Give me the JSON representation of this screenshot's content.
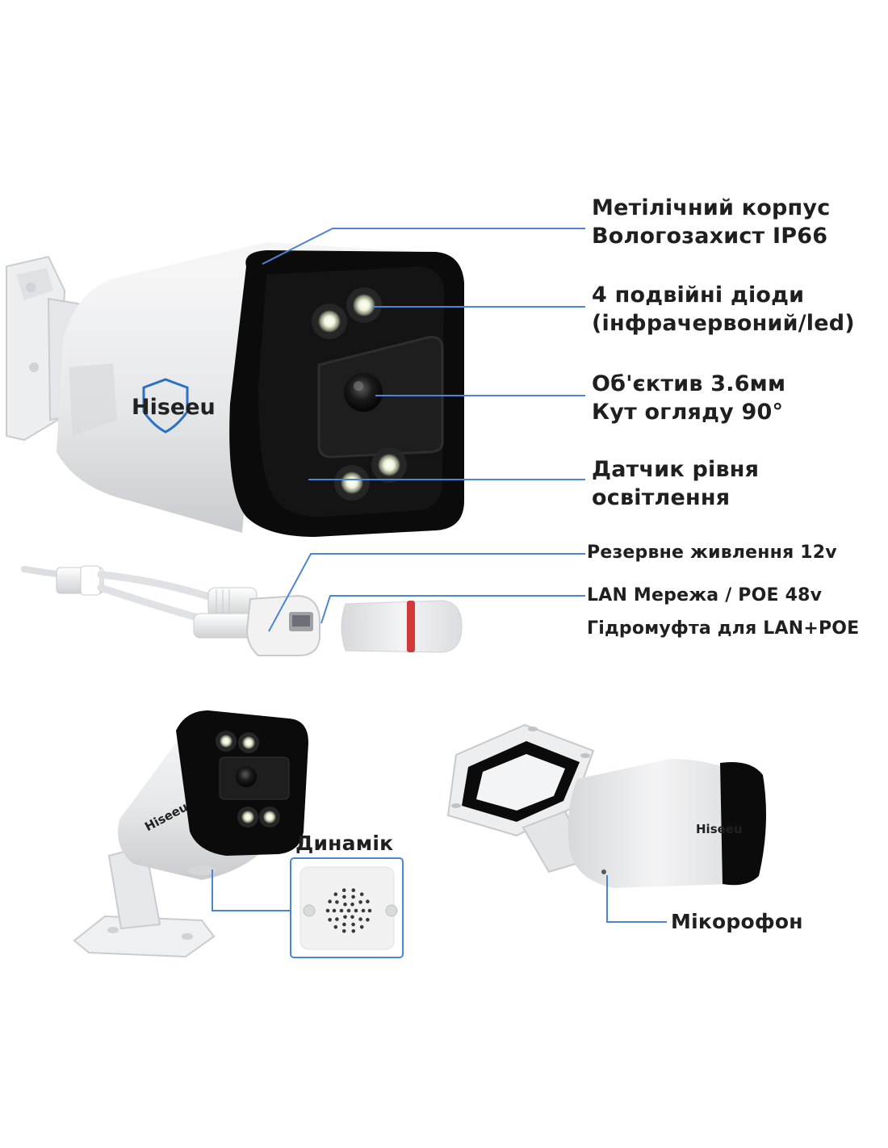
{
  "brand": "Hiseeu",
  "colors": {
    "leader": "#4a86d6",
    "text": "#1f1f1f",
    "housing": "#e9eaec",
    "bezel": "#0b0b0b",
    "seal_ring": "#d23a3a"
  },
  "callouts": {
    "housing": [
      "Метілічний корпус",
      "Вологозахист IP66"
    ],
    "leds": [
      "4 подвійні діоди",
      "(інфрачервоний/led)"
    ],
    "lens": [
      "Об'єктив 3.6мм",
      "Кут огляду 90°"
    ],
    "sensor": [
      "Датчик рівня",
      "освітлення"
    ],
    "backup_power": "Резервне живлення 12v",
    "lan": "LAN Мережа / POE 48v",
    "seal": "Гідромуфта для LAN+POE",
    "speaker": "Динамік",
    "microphone": "Мікорофон"
  },
  "icons": [
    "camera-front-illustration",
    "cable-illustration",
    "waterproof-seal-illustration",
    "camera-side-illustration",
    "speaker-grille-illustration",
    "camera-rear-illustration"
  ]
}
